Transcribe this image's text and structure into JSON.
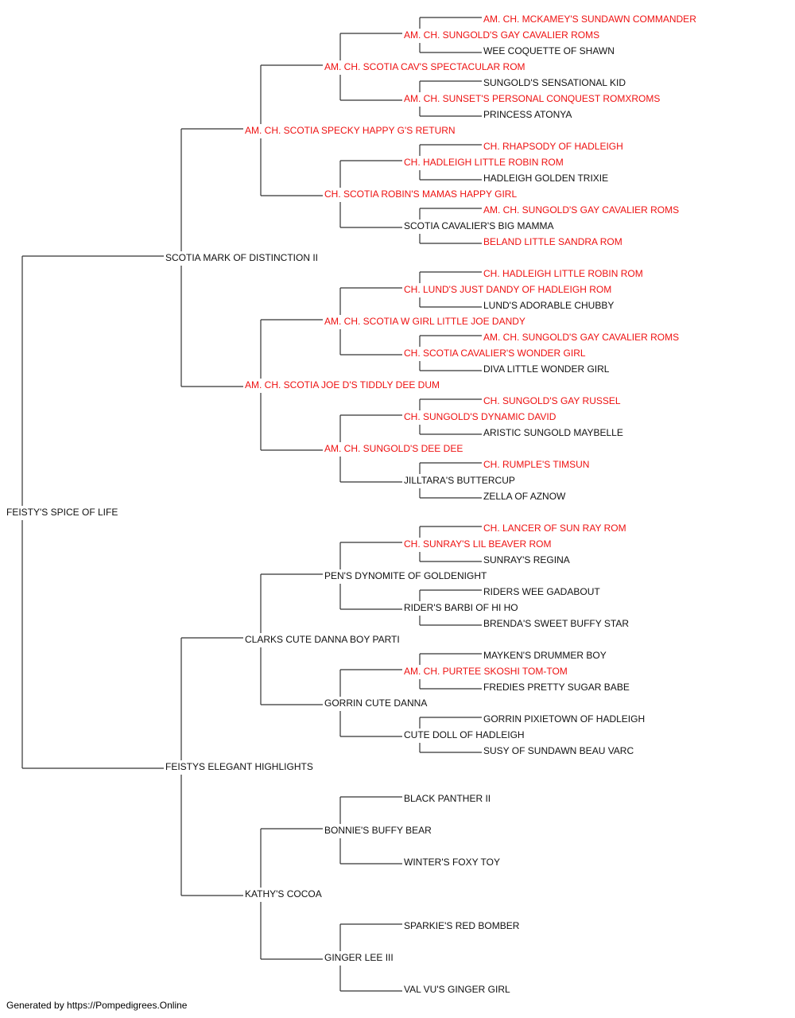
{
  "colors": {
    "champion": "#ee1111",
    "regular": "#111111",
    "line": "#333333"
  },
  "pedigree": {
    "name": "FEISTY'S SPICE OF LIFE",
    "champion": false,
    "sire": {
      "name": "SCOTIA MARK OF DISTINCTION II",
      "champion": false,
      "sire": {
        "name": "AM. CH. SCOTIA SPECKY HAPPY G'S RETURN",
        "champion": true,
        "sire": {
          "name": "AM. CH. SCOTIA CAV'S SPECTACULAR ROM",
          "champion": true,
          "sire": {
            "name": "AM. CH. SUNGOLD'S GAY CAVALIER ROMS",
            "champion": true,
            "sire": {
              "name": "AM. CH. MCKAMEY'S SUNDAWN COMMANDER",
              "champion": true
            },
            "dam": {
              "name": "WEE COQUETTE OF SHAWN",
              "champion": false
            }
          },
          "dam": {
            "name": "AM. CH. SUNSET'S PERSONAL CONQUEST ROMXROMS",
            "champion": true,
            "sire": {
              "name": "SUNGOLD'S SENSATIONAL KID",
              "champion": false
            },
            "dam": {
              "name": "PRINCESS ATONYA",
              "champion": false
            }
          }
        },
        "dam": {
          "name": "CH. SCOTIA ROBIN'S MAMAS HAPPY GIRL",
          "champion": true,
          "sire": {
            "name": "CH. HADLEIGH LITTLE ROBIN ROM",
            "champion": true,
            "sire": {
              "name": "CH. RHAPSODY OF HADLEIGH",
              "champion": true
            },
            "dam": {
              "name": "HADLEIGH GOLDEN TRIXIE",
              "champion": false
            }
          },
          "dam": {
            "name": "SCOTIA CAVALIER'S BIG MAMMA",
            "champion": false,
            "sire": {
              "name": "AM. CH. SUNGOLD'S GAY CAVALIER ROMS",
              "champion": true
            },
            "dam": {
              "name": "BELAND LITTLE SANDRA ROM",
              "champion": true
            }
          }
        }
      },
      "dam": {
        "name": "AM. CH. SCOTIA JOE D'S TIDDLY DEE DUM",
        "champion": true,
        "sire": {
          "name": "AM. CH. SCOTIA W GIRL LITTLE JOE DANDY",
          "champion": true,
          "sire": {
            "name": "CH. LUND'S JUST DANDY OF HADLEIGH ROM",
            "champion": true,
            "sire": {
              "name": "CH. HADLEIGH LITTLE ROBIN ROM",
              "champion": true
            },
            "dam": {
              "name": "LUND'S ADORABLE CHUBBY",
              "champion": false
            }
          },
          "dam": {
            "name": "CH. SCOTIA CAVALIER'S WONDER GIRL",
            "champion": true,
            "sire": {
              "name": "AM. CH. SUNGOLD'S GAY CAVALIER ROMS",
              "champion": true
            },
            "dam": {
              "name": "DIVA LITTLE WONDER GIRL",
              "champion": false
            }
          }
        },
        "dam": {
          "name": "AM. CH. SUNGOLD'S DEE DEE",
          "champion": true,
          "sire": {
            "name": "CH. SUNGOLD'S DYNAMIC DAVID",
            "champion": true,
            "sire": {
              "name": "CH. SUNGOLD'S GAY RUSSEL",
              "champion": true
            },
            "dam": {
              "name": "ARISTIC SUNGOLD MAYBELLE",
              "champion": false
            }
          },
          "dam": {
            "name": "JILLTARA'S BUTTERCUP",
            "champion": false,
            "sire": {
              "name": "CH. RUMPLE'S TIMSUN",
              "champion": true
            },
            "dam": {
              "name": "ZELLA OF AZNOW",
              "champion": false
            }
          }
        }
      }
    },
    "dam": {
      "name": "FEISTYS ELEGANT HIGHLIGHTS",
      "champion": false,
      "sire": {
        "name": "CLARKS CUTE DANNA BOY PARTI",
        "champion": false,
        "sire": {
          "name": "PEN'S DYNOMITE OF GOLDENIGHT",
          "champion": false,
          "sire": {
            "name": "CH. SUNRAY'S LIL BEAVER ROM",
            "champion": true,
            "sire": {
              "name": "CH. LANCER OF SUN RAY ROM",
              "champion": true
            },
            "dam": {
              "name": "SUNRAY'S REGINA",
              "champion": false
            }
          },
          "dam": {
            "name": "RIDER'S BARBI OF HI HO",
            "champion": false,
            "sire": {
              "name": "RIDERS WEE GADABOUT",
              "champion": false
            },
            "dam": {
              "name": "BRENDA'S SWEET BUFFY STAR",
              "champion": false
            }
          }
        },
        "dam": {
          "name": "GORRIN CUTE DANNA",
          "champion": false,
          "sire": {
            "name": "AM. CH. PURTEE SKOSHI TOM-TOM",
            "champion": true,
            "sire": {
              "name": "MAYKEN'S DRUMMER BOY",
              "champion": false
            },
            "dam": {
              "name": "FREDIES PRETTY SUGAR BABE",
              "champion": false
            }
          },
          "dam": {
            "name": "CUTE DOLL OF HADLEIGH",
            "champion": false,
            "sire": {
              "name": "GORRIN PIXIETOWN OF HADLEIGH",
              "champion": false
            },
            "dam": {
              "name": "SUSY OF SUNDAWN BEAU VARC",
              "champion": false
            }
          }
        }
      },
      "dam": {
        "name": "KATHY'S COCOA",
        "champion": false,
        "sire": {
          "name": "BONNIE'S BUFFY BEAR",
          "champion": false,
          "sire": {
            "name": "BLACK PANTHER II",
            "champion": false
          },
          "dam": {
            "name": "WINTER'S FOXY TOY",
            "champion": false
          }
        },
        "dam": {
          "name": "GINGER LEE III",
          "champion": false,
          "sire": {
            "name": "SPARKIE'S RED BOMBER",
            "champion": false
          },
          "dam": {
            "name": "VAL VU'S GINGER GIRL",
            "champion": false
          }
        }
      }
    }
  },
  "footer": {
    "text": "Generated by https://Pompedigrees.Online"
  }
}
